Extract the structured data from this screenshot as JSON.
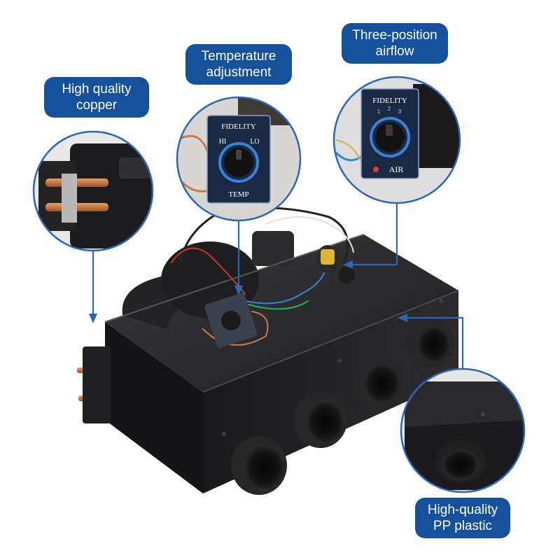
{
  "callouts": {
    "copper": {
      "line1": "High quality",
      "line2": "copper"
    },
    "temperature": {
      "line1": "Temperature",
      "line2": "adjustment"
    },
    "airflow": {
      "line1": "Three-position",
      "line2": "airflow"
    },
    "plastic": {
      "line1": "High-quality",
      "line2": "PP plastic"
    }
  },
  "temp_panel": {
    "brand": "FIDELITY",
    "hi": "HI",
    "lo": "LO",
    "name": "TEMP"
  },
  "air_panel": {
    "brand": "FIDELITY",
    "name": "AIR",
    "positions": [
      "1",
      "2",
      "3"
    ]
  },
  "colors": {
    "callout_bg": "#15509a",
    "accent_line": "#2e67b1",
    "body": "#1c1c1e",
    "copper": "#c87a45"
  },
  "icons": [
    "arrow-icon"
  ]
}
